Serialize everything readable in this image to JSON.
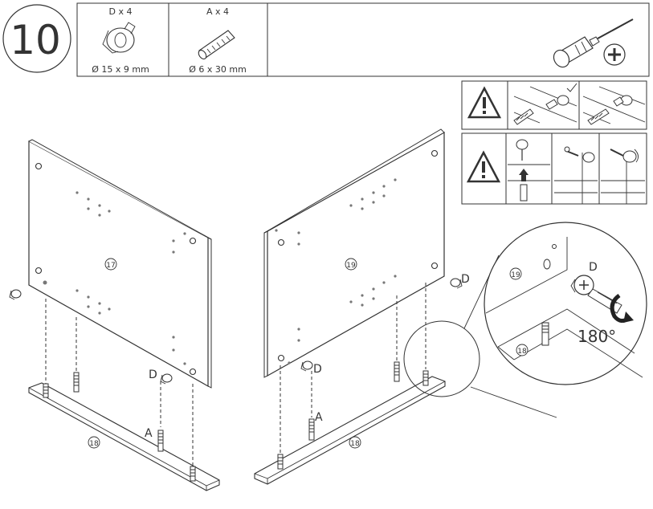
{
  "step": {
    "number": "10"
  },
  "parts": [
    {
      "count_label": "D x 4",
      "size_label": "Ø 15 x 9  mm",
      "icon": "cam-lock-icon"
    },
    {
      "count_label": "A x 4",
      "size_label": "Ø 6  x 30 mm",
      "icon": "wooden-dowel-icon"
    }
  ],
  "tools": [
    {
      "icon": "phillips-screwdriver-icon"
    }
  ],
  "warnings": [
    {
      "icon": "warning-triangle-icon"
    },
    {
      "icon": "warning-triangle-icon"
    }
  ],
  "panels": {
    "left_panel": "17",
    "right_panel": "19",
    "base_left": "18",
    "base_right": "18"
  },
  "callouts": {
    "cam": "D",
    "dowel": "A"
  },
  "zoom": {
    "panel": "19",
    "base": "18",
    "cam": "D",
    "rotation": "180°"
  },
  "colors": {
    "line": "#333333",
    "background": "#ffffff",
    "shade": "#777777"
  }
}
